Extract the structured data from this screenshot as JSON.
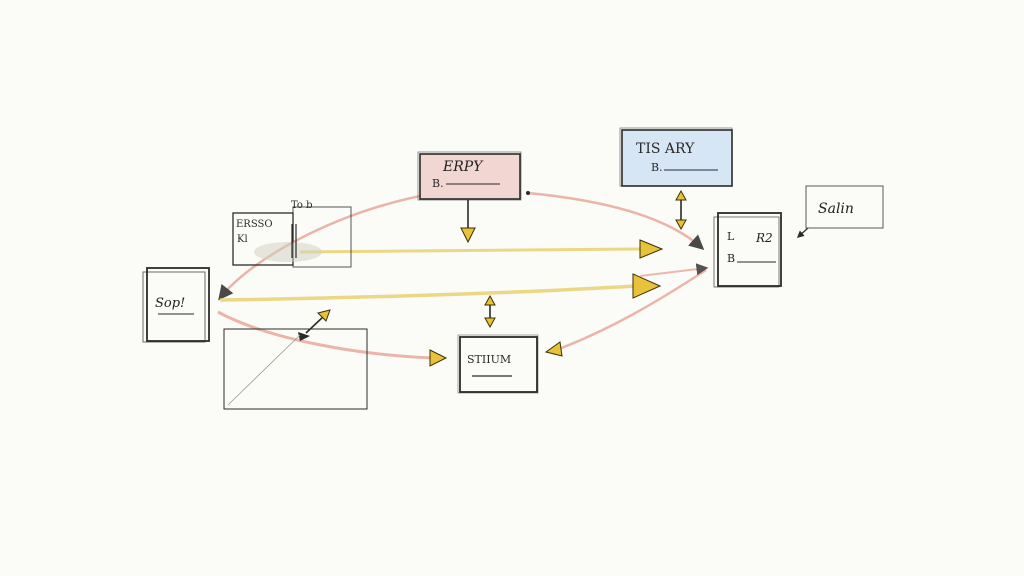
{
  "nodes": {
    "erpy": {
      "title": "ERPY",
      "sub": "B."
    },
    "tis_ary": {
      "title": "TIS ARY",
      "sub": "B."
    },
    "erss_to": {
      "title": "ERSSO",
      "sub": "Kl",
      "tag": "To b"
    },
    "sap": {
      "title": "Sop!"
    },
    "l_r2": {
      "title": "L",
      "title2": "R2",
      "sub": "B"
    },
    "salin": {
      "title": "Salin"
    },
    "stiium": {
      "title": "STIIUM"
    }
  },
  "colors": {
    "ink": "#2b2b2b",
    "pink_fill": "#f2d6d2",
    "blue_fill": "#d7e6f4",
    "yellow_arrow": "#e8c23a",
    "pink_line": "#e8a89c",
    "yellow_line": "#ead680"
  }
}
